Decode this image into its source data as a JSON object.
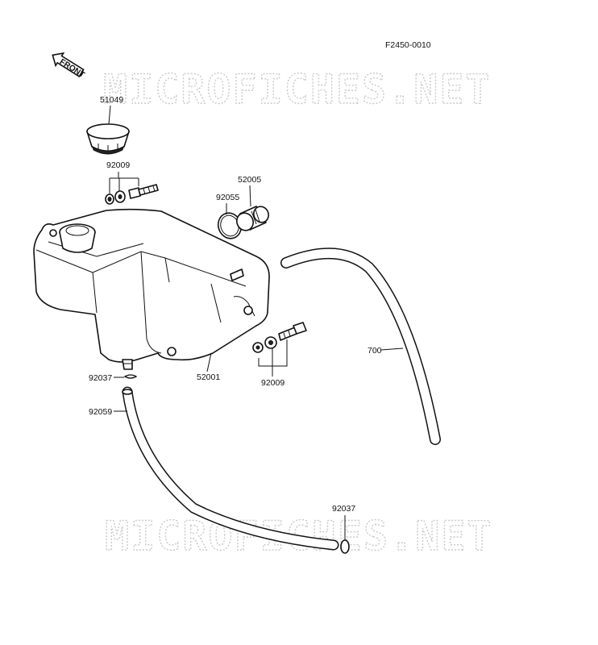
{
  "diagram": {
    "figure_code": "F2450-0010",
    "front_label": "FRONT",
    "watermark": "MICROFICHES.NET",
    "callouts": {
      "c51049": "51049",
      "c92009_top": "92009",
      "c52005": "52005",
      "c92055": "92055",
      "c52001": "52001",
      "c92009_mid": "92009",
      "c92037_left": "92037",
      "c92059": "92059",
      "c700": "700",
      "c92037_bottom": "92037"
    }
  }
}
